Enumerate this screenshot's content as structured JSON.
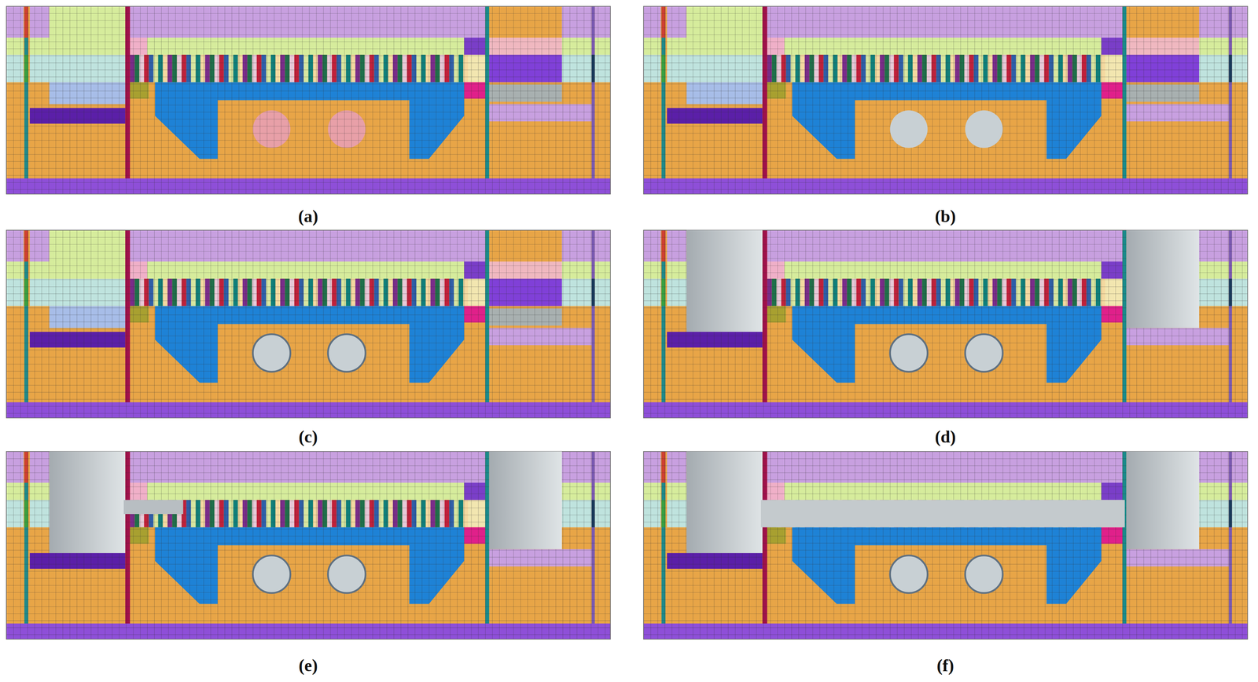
{
  "diagram": {
    "labels": [
      "(a)",
      "(b)",
      "(c)",
      "(d)",
      "(e)",
      "(f)"
    ]
  }
}
